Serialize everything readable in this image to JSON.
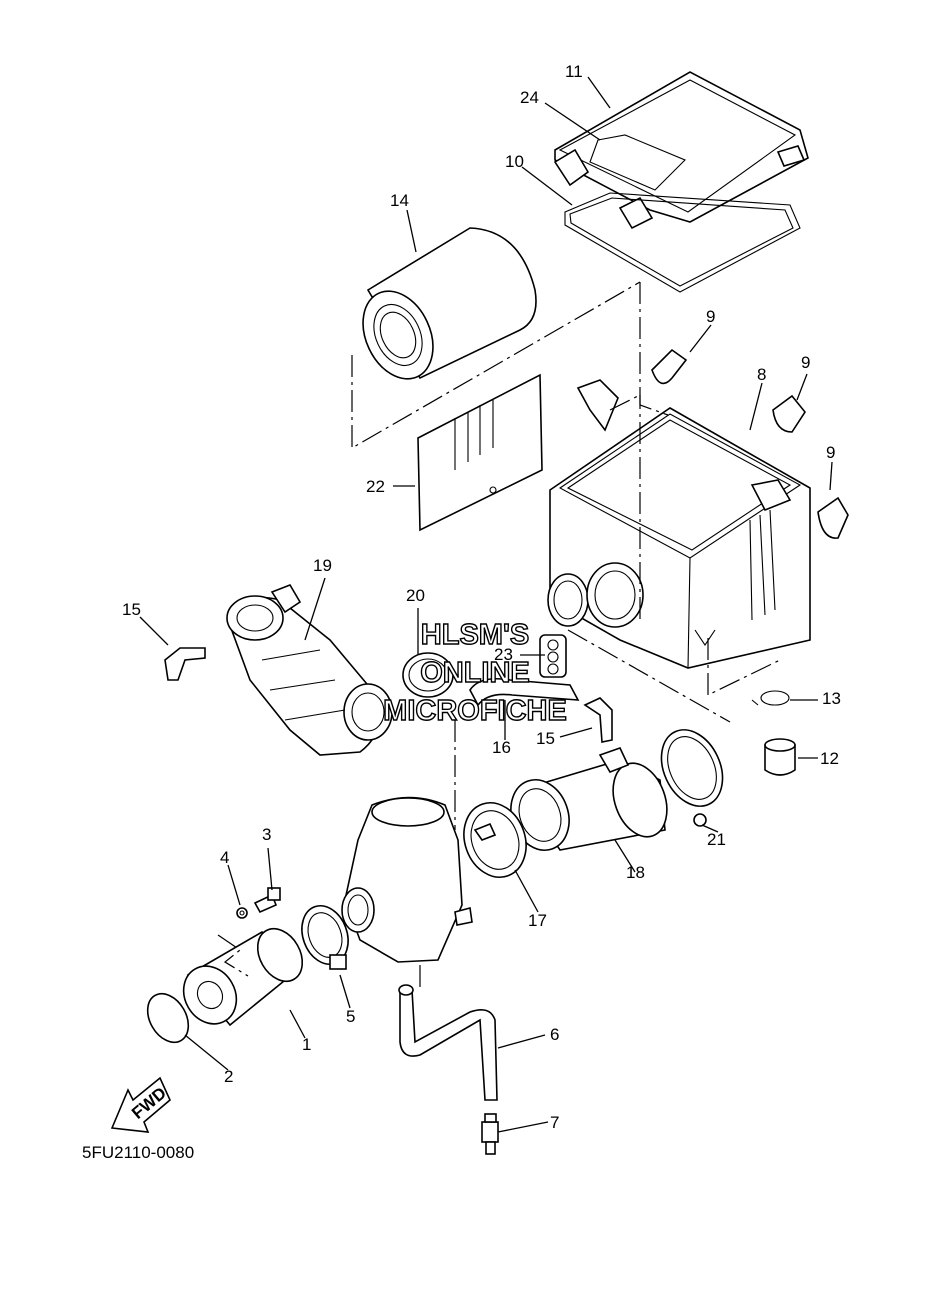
{
  "diagram": {
    "code": "5FU2110-0080",
    "fwd_label": "FWD",
    "watermark": [
      "HLSM'S",
      "ONLINE",
      "MICROFICHE"
    ],
    "callouts": {
      "c1": "1",
      "c2": "2",
      "c3": "3",
      "c4": "4",
      "c5": "5",
      "c6": "6",
      "c7": "7",
      "c8": "8",
      "c9a": "9",
      "c9b": "9",
      "c9c": "9",
      "c10": "10",
      "c11": "11",
      "c12": "12",
      "c13": "13",
      "c14": "14",
      "c15a": "15",
      "c15b": "15",
      "c16": "16",
      "c17": "17",
      "c18": "18",
      "c19": "19",
      "c20": "20",
      "c21": "21",
      "c22": "22",
      "c23": "23",
      "c24": "24"
    }
  }
}
